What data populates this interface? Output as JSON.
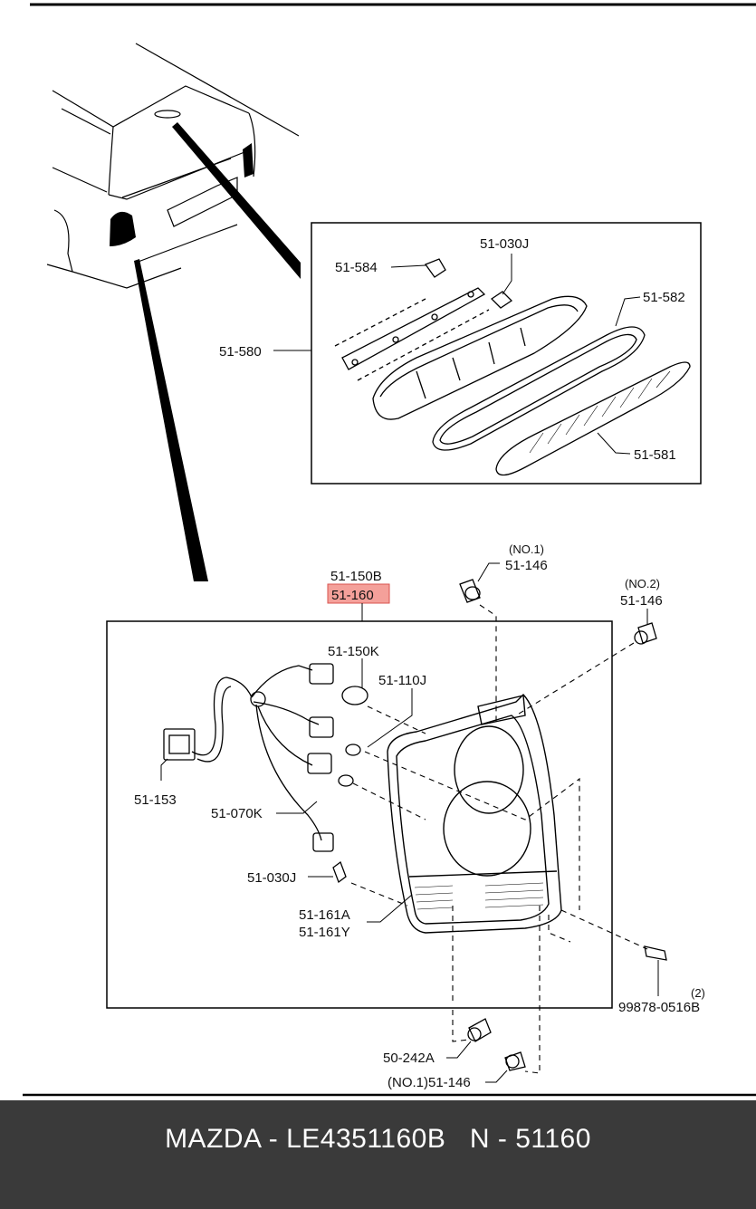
{
  "callouts": {
    "p51_584": "51-584",
    "p51_030j_top": "51-030J",
    "p51_582": "51-582",
    "p51_580": "51-580",
    "p51_581": "51-581",
    "no1_top": "(NO.1)",
    "p51_146_top": "51-146",
    "no2": "(NO.2)",
    "p51_146_right": "51-146",
    "p51_150b": "51-150B",
    "p51_160": "51-160",
    "p51_150k": "51-150K",
    "p51_110j": "51-110J",
    "p51_153": "51-153",
    "p51_070k": "51-070K",
    "p51_030j_bottom": "51-030J",
    "p51_161a": "51-161A",
    "p51_161y": "51-161Y",
    "qty_2": "(2)",
    "p99878": "99878-0516B",
    "p50_242a": "50-242A",
    "p51_146_bottom": "(NO.1)51-146"
  },
  "highlight_color": "#f4a09a",
  "footer": {
    "brand": "MAZDA",
    "sep1": " - ",
    "oem": "LE4351160B",
    "gap": "   ",
    "pos": "N - 51160"
  }
}
